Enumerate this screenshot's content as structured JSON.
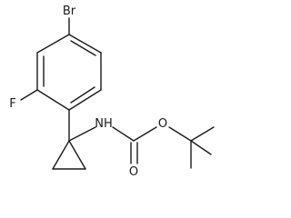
{
  "molecule": {
    "atoms": {
      "br": "Br",
      "f": "F",
      "nh": "NH",
      "o_ether": "O",
      "o_carbonyl": "O"
    }
  }
}
